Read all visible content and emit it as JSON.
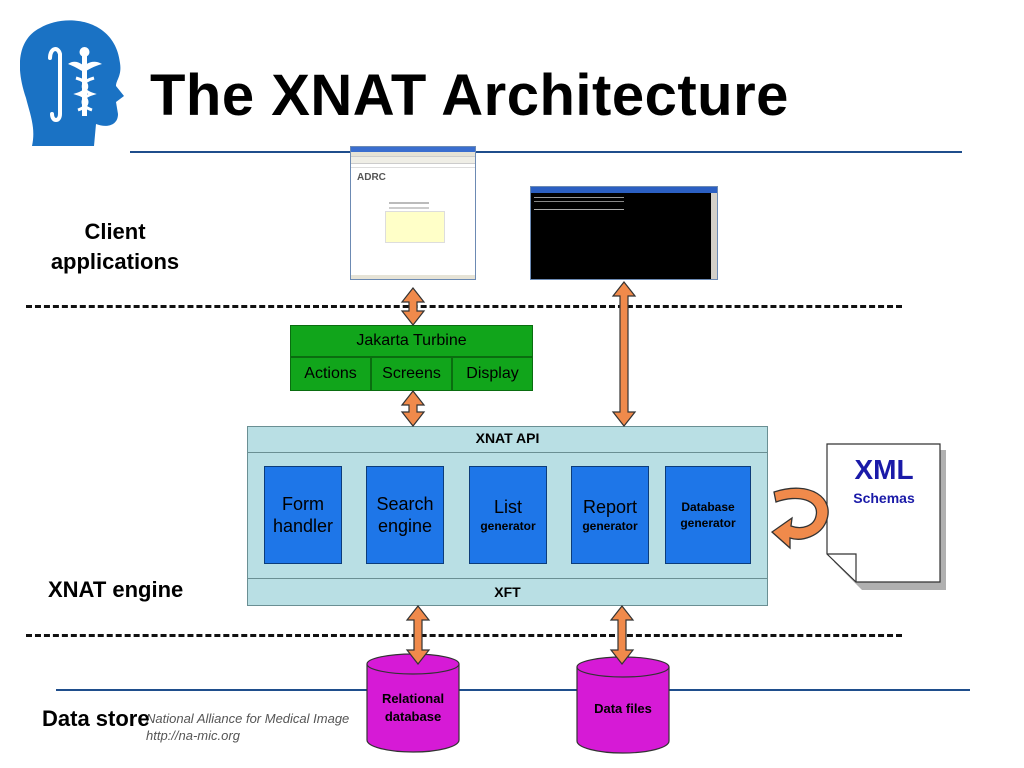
{
  "slide": {
    "title": "The XNAT Architecture",
    "footer_org": "National Alliance for Medical Image",
    "footer_url": "http://na-mic.org"
  },
  "layers": {
    "client": [
      "Client",
      "applications"
    ],
    "engine": "XNAT engine",
    "store": "Data store"
  },
  "browser_window": {
    "logo": "ADRC"
  },
  "turbine": {
    "title": "Jakarta Turbine",
    "cells": [
      "Actions",
      "Screens",
      "Display"
    ]
  },
  "engine": {
    "api_label": "XNAT API",
    "xft_label": "XFT",
    "components": [
      {
        "main": "Form",
        "sub": "handler",
        "main_style": "big",
        "sub_style": "big"
      },
      {
        "main": "Search",
        "sub": "engine",
        "main_style": "big",
        "sub_style": "big"
      },
      {
        "main": "List",
        "sub": "generator",
        "main_style": "big",
        "sub_style": "small"
      },
      {
        "main": "Report",
        "sub": "generator",
        "main_style": "big",
        "sub_style": "small"
      },
      {
        "main": "Database",
        "sub": "generator",
        "main_style": "small",
        "sub_style": "small"
      }
    ]
  },
  "xml_doc": {
    "title": "XML",
    "subtitle": "Schemas"
  },
  "stores": [
    {
      "lines": [
        "Relational",
        "database"
      ]
    },
    {
      "lines": [
        "Data files"
      ]
    }
  ],
  "colors": {
    "arrow_fill": "#f08a4b",
    "arrow_stroke": "#333333",
    "turbine_green": "#11a51b",
    "engine_bg": "#b9dfe4",
    "component_blue": "#1e76e8",
    "cylinder_magenta": "#d61ad6",
    "xml_text": "#1a1aa8",
    "rule_blue": "#1f4e8c"
  },
  "icons": {
    "logo": "head-caduceus-logo"
  }
}
